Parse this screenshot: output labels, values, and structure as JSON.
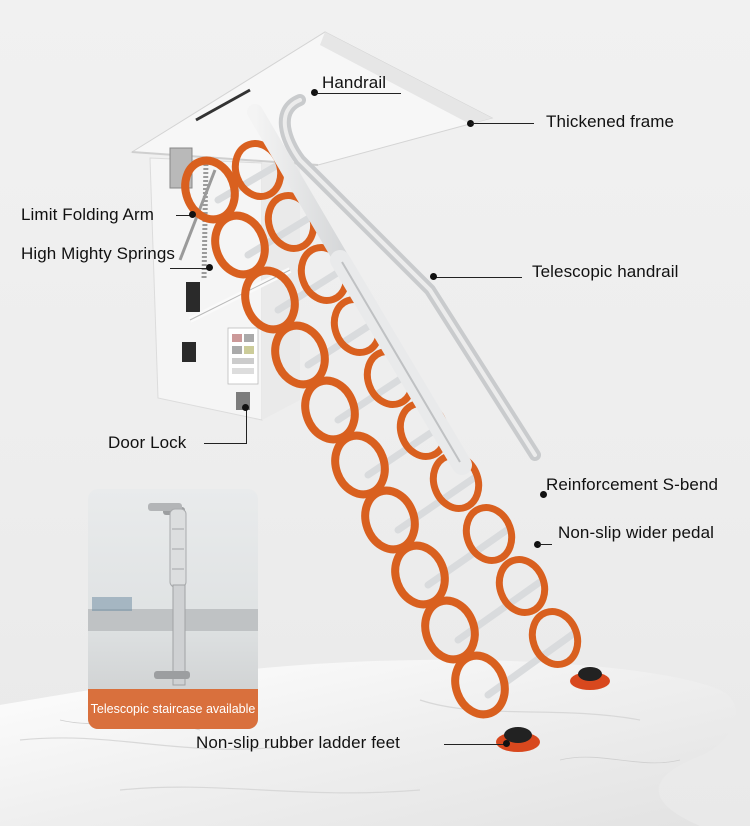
{
  "labels": {
    "handrail": "Handrail",
    "thickened_frame": "Thickened frame",
    "limit_folding_arm": "Limit Folding Arm",
    "high_mighty_springs": "High Mighty Springs",
    "telescopic_handrail": "Telescopic handrail",
    "door_lock": "Door Lock",
    "reinforcement_s_bend": "Reinforcement S-bend",
    "non_slip_wider_pedal": "Non-slip wider pedal",
    "non_slip_rubber_feet": "Non-slip rubber ladder feet"
  },
  "inset": {
    "caption": "Telescopic staircase available"
  },
  "colors": {
    "ladder_orange": "#d9601f",
    "frame_white": "#f7f7f7",
    "rail_silver": "#d2d4d6",
    "caption_bg": "#d9703d",
    "marble": "#f4f4f4"
  },
  "icons": [
    "attic-hatch",
    "scissor-ladder",
    "telescopic-rail",
    "rubber-foot"
  ]
}
